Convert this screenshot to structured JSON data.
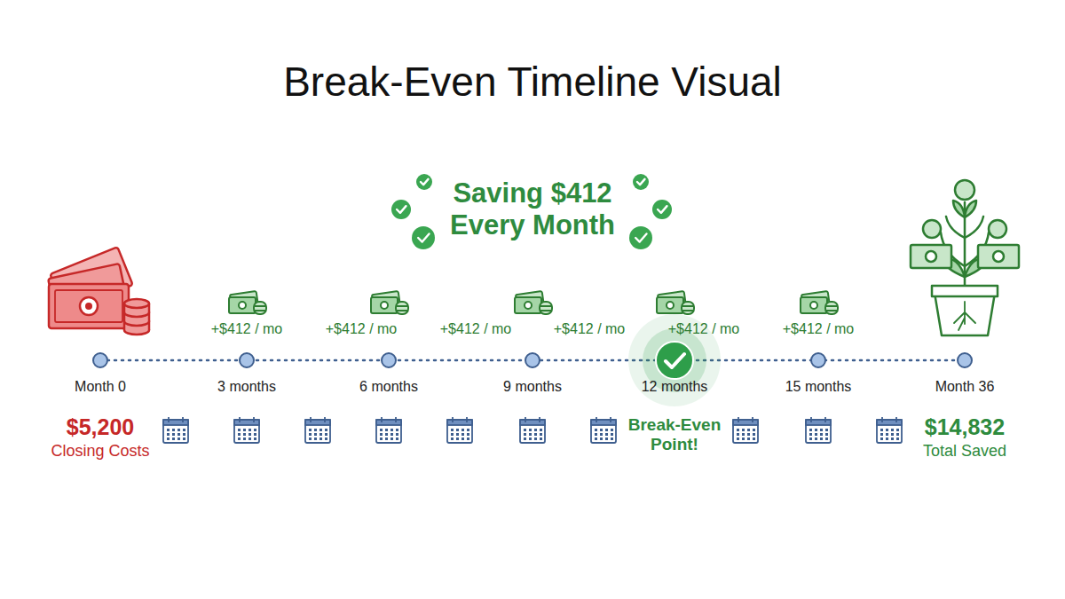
{
  "diagram": {
    "title": "Break-Even Timeline Visual",
    "labels": [
      "Saving $412 Every Month",
      "+$412 / mo",
      "+$412 / mo",
      "+$412 / mo",
      "+$412 / mo",
      "+$412 / mo",
      "+$412 / mo",
      "Month 0",
      "3 months",
      "6 months",
      "9 months",
      "12 months",
      "15 months",
      "Month 36",
      "$5,200",
      "Closing Costs",
      "Break-Even Point!",
      "$14,832",
      "Total Saved"
    ]
  }
}
